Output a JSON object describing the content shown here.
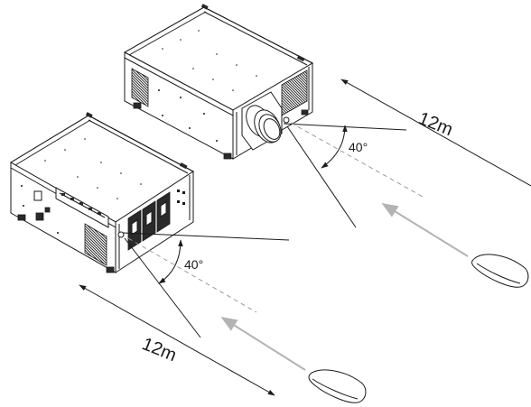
{
  "diagram": {
    "rear_projector": {
      "distance_label": "12m",
      "angle_label": "40°"
    },
    "front_projector": {
      "distance_label": "12m",
      "angle_label": "40°"
    },
    "colors": {
      "ink": "#1a1a1a",
      "signal_arrow": "#b3b3b3",
      "dashed_axis": "#9a9a9a"
    }
  }
}
